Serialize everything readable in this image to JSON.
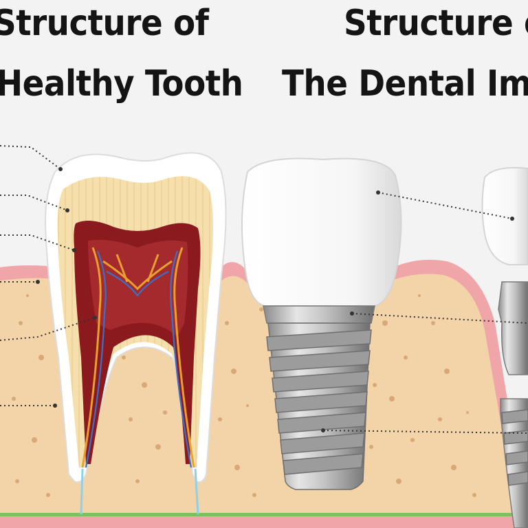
{
  "titles": {
    "healthy_line1": "Structure of",
    "healthy_line2": "Healthy Tooth",
    "implant_line1": "Structure of",
    "implant_line2": "The Dental Imp"
  },
  "colors": {
    "background": "#f4f3f4",
    "bone": "#f3d4a8",
    "gum": "#f0a5a8",
    "enamel": "#ffffff",
    "dentin": "#f5dfad",
    "pulp": "#8b1a1f",
    "nerve": "#e8a030",
    "vessel": "#3a70c8",
    "metal": "#b0b0b0",
    "base_line": "#7bc25b"
  }
}
